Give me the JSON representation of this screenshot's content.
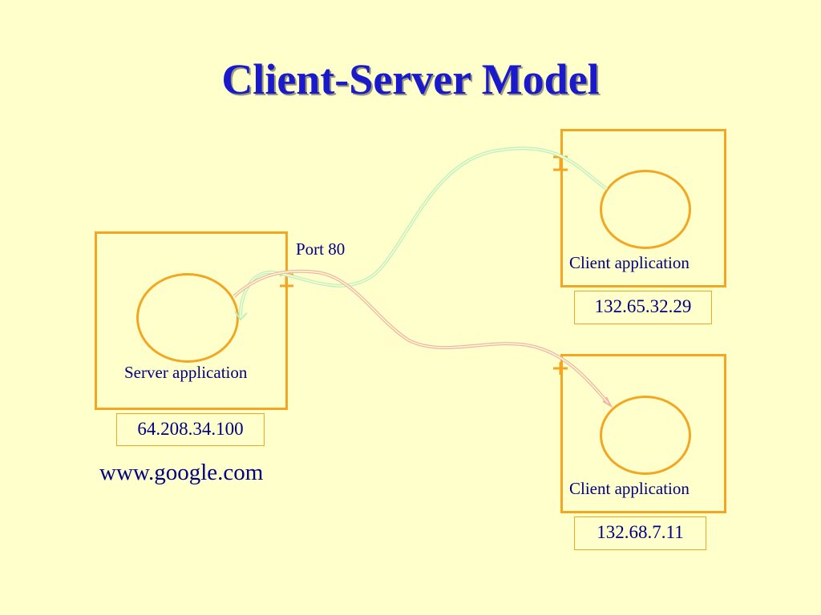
{
  "title": "Client-Server Model",
  "server": {
    "label": "Server application",
    "ip": "64.208.34.100",
    "hostname": "www.google.com",
    "port_label": "Port 80"
  },
  "clients": [
    {
      "label": "Client application",
      "ip": "132.65.32.29"
    },
    {
      "label": "Client application",
      "ip": "132.68.7.11"
    }
  ],
  "colors": {
    "background": "#ffffcc",
    "title": "#1a1acc",
    "text": "#000080",
    "box_border": "#f2a622",
    "link_client1": "#b8f0c0",
    "link_client2": "#f0b4a8"
  }
}
